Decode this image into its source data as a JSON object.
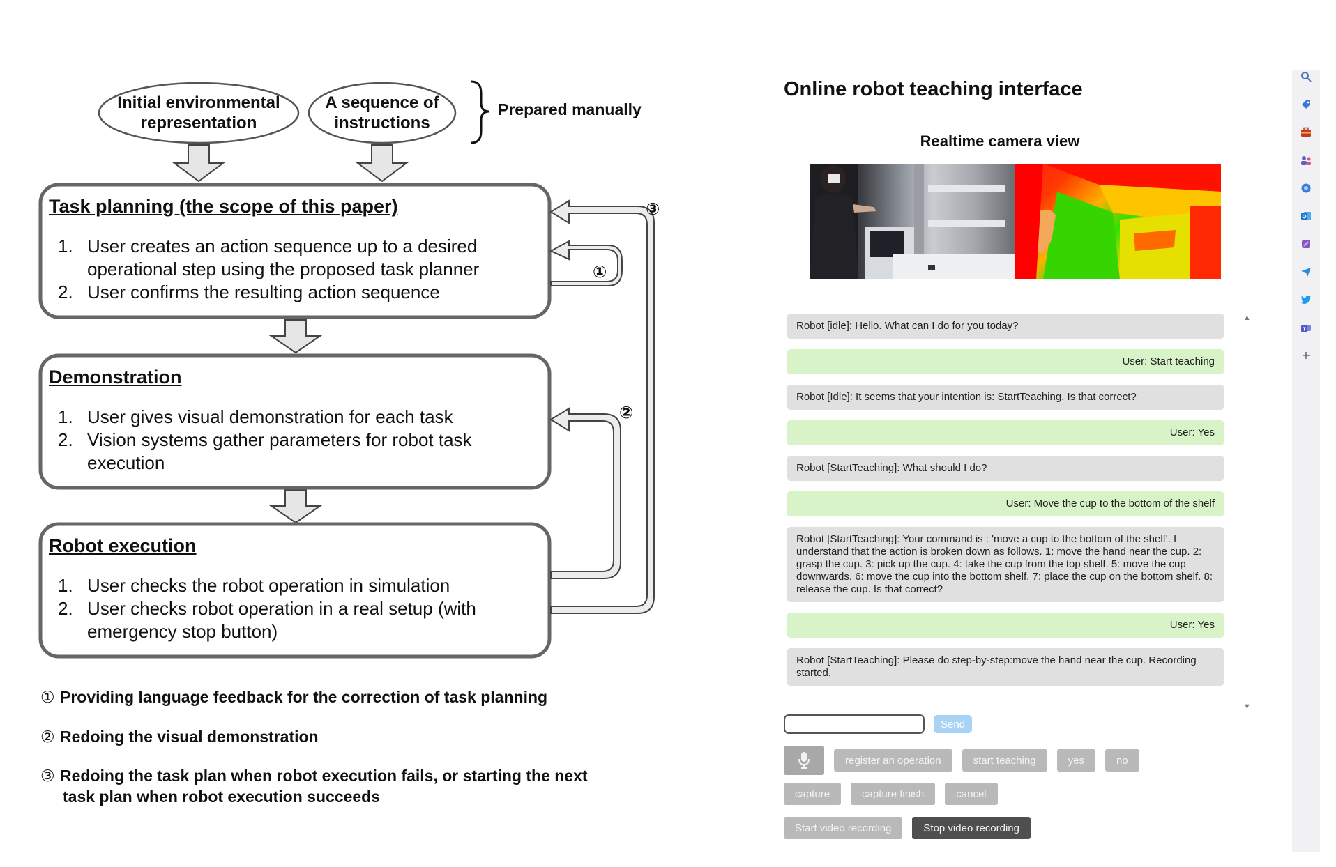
{
  "diagram": {
    "inputs": [
      {
        "id": "env",
        "text": [
          "Initial environmental",
          "representation"
        ]
      },
      {
        "id": "instr",
        "text": [
          "A sequence of",
          "instructions"
        ]
      }
    ],
    "prepared_label": "Prepared manually",
    "boxes": [
      {
        "title": "Task planning (the scope of this paper)",
        "items": [
          {
            "num": "1.",
            "text": "User creates an action sequence up to a desired operational step using the proposed task planner"
          },
          {
            "num": "2.",
            "text": "User confirms the resulting action sequence"
          }
        ]
      },
      {
        "title": "Demonstration",
        "items": [
          {
            "num": "1.",
            "text": "User gives visual demonstration for each task"
          },
          {
            "num": "2.",
            "text": "Vision systems gather parameters for robot task execution"
          }
        ]
      },
      {
        "title": "Robot execution",
        "items": [
          {
            "num": "1.",
            "text": "User checks the robot operation in simulation"
          },
          {
            "num": "2.",
            "text": "User checks robot operation in a real setup (with emergency stop button)"
          }
        ]
      }
    ],
    "loop_labels": [
      "①",
      "②",
      "③"
    ],
    "legend": [
      {
        "mark": "①",
        "text": "Providing language feedback for the correction of task planning",
        "cont": ""
      },
      {
        "mark": "②",
        "text": "Redoing the visual demonstration",
        "cont": ""
      },
      {
        "mark": "③",
        "text": "Redoing the task plan when robot execution fails, or starting the next",
        "cont": "task plan when robot execution succeeds"
      }
    ]
  },
  "ui": {
    "title": "Online robot teaching interface",
    "camera_title": "Realtime camera view",
    "messages": [
      {
        "role": "robot",
        "text": "Robot [idle]: Hello. What can I do for you today?"
      },
      {
        "role": "user",
        "text": "User: Start teaching"
      },
      {
        "role": "robot",
        "text": "Robot [Idle]: It seems that your intention is: StartTeaching. Is that correct?"
      },
      {
        "role": "user",
        "text": "User: Yes"
      },
      {
        "role": "robot",
        "text": "Robot [StartTeaching]: What should I do?"
      },
      {
        "role": "user",
        "text": "User: Move the cup to the bottom of the shelf"
      },
      {
        "role": "robot",
        "text": "Robot [StartTeaching]: Your command is : 'move a cup to the bottom of the shelf'. I understand that the action is broken down as follows. 1: move the hand near the cup. 2: grasp the cup. 3: pick up the cup. 4: take the cup from the top shelf. 5: move the cup downwards. 6: move the cup into the bottom shelf. 7: place the cup on the bottom shelf. 8: release the cup. Is that correct?"
      },
      {
        "role": "user",
        "text": "User: Yes"
      },
      {
        "role": "robot",
        "text": "Robot [StartTeaching]: Please do step-by-step:move the hand near the cup. Recording started."
      }
    ],
    "input_value": "",
    "send_label": "Send",
    "buttons_row1": [
      "register an operation",
      "start teaching",
      "yes",
      "no"
    ],
    "buttons_row2": [
      "capture",
      "capture finish",
      "cancel"
    ],
    "start_video_label": "Start video recording",
    "stop_video_label": "Stop video recording",
    "mic_icon": "microphone-icon"
  },
  "side_bar": {
    "icons": [
      "search-icon",
      "tag-icon",
      "briefcase-icon",
      "people-icon",
      "copilot-icon",
      "outlook-icon",
      "designer-icon",
      "send-icon",
      "twitter-icon",
      "teams-icon",
      "add-icon"
    ],
    "icon_colors": [
      "#4a72c4",
      "#3a78d8",
      "#c0392b",
      "#5b5fc7",
      "#3e7bd6",
      "#1a73c8",
      "#7b5cc4",
      "#2a8ad8",
      "#1d9bf0",
      "#5059c9",
      "#666666"
    ]
  }
}
